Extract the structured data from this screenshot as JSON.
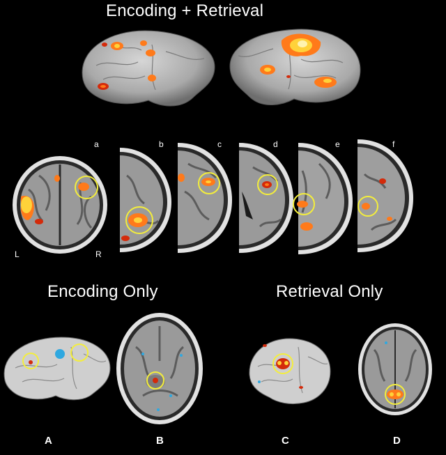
{
  "top_section": {
    "title": "Encoding + Retrieval"
  },
  "slice_labels": [
    "a",
    "b",
    "c",
    "d",
    "e",
    "f"
  ],
  "orientation": {
    "left": "L",
    "right": "R"
  },
  "bottom_left": {
    "title": "Encoding Only"
  },
  "bottom_right": {
    "title": "Retrieval Only"
  },
  "panel_labels": [
    "A",
    "B",
    "C",
    "D"
  ],
  "colors": {
    "background": "#000000",
    "brain": "#bdbdbd",
    "activation_hot": "#ffd23a",
    "activation": "#ff7a1a",
    "activation_deep": "#d42a0a",
    "highlight_circle": "#f4ee3b",
    "deactivation": "#2fa8e0"
  }
}
